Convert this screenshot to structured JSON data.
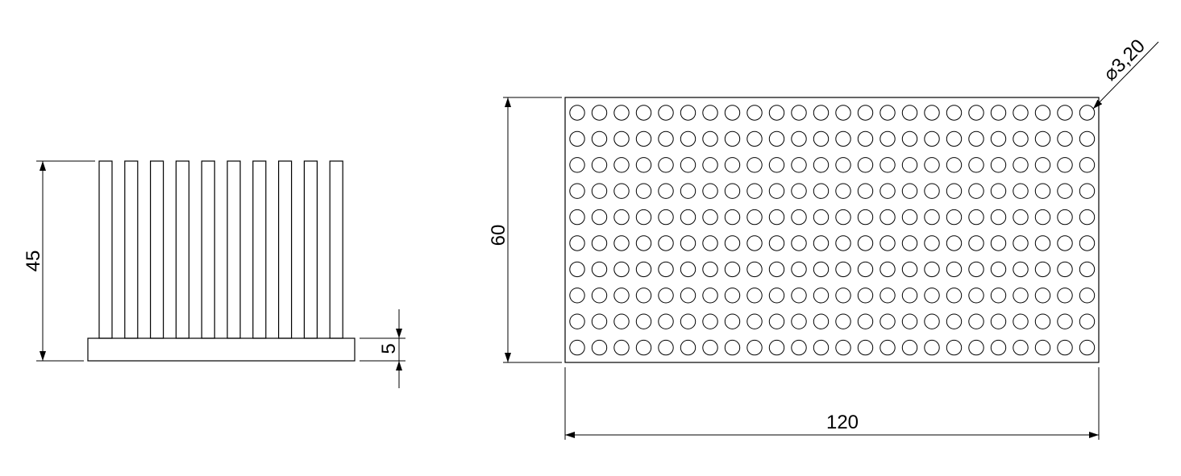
{
  "side_view": {
    "height_label": "45",
    "base_thickness_label": "5",
    "fin_count": 10
  },
  "top_view": {
    "height_label": "60",
    "width_label": "120",
    "hole_diameter_label": "⌀3,20",
    "grid_columns": 24,
    "grid_rows": 10
  }
}
